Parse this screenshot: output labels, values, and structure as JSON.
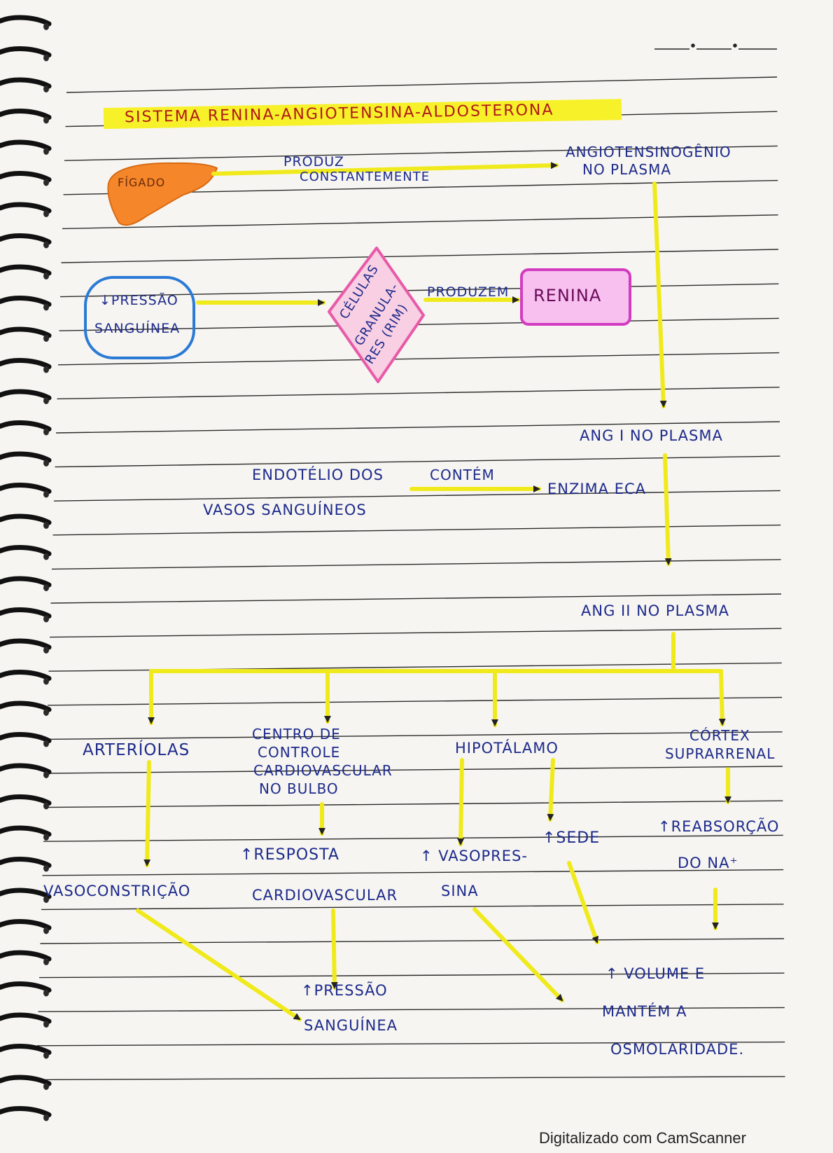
{
  "title": "SISTEMA RENINA-ANGIOTENSINA-ALDOSTERONA",
  "colors": {
    "ink": "#1d2a8c",
    "highlight": "#f7f12a",
    "arrow": "#f0ea1c",
    "liver": "#f5862a",
    "blue_box": "#2a7ad6",
    "pink": "#e85aa8",
    "magenta_box": "#d23cc0"
  },
  "liver": {
    "label": "FÍGADO",
    "icon": "liver-icon"
  },
  "produces_label_1": "PRODUZ",
  "produces_label_2": "CONSTANTEMENTE",
  "angiotensinogen_1": "ANGIOTENSINOGÊNIO",
  "angiotensinogen_2": "NO PLASMA",
  "pressure_box_1": "↓PRESSÃO",
  "pressure_box_2": "SANGUÍNEA",
  "granular_cells_1": "CÉLULAS",
  "granular_cells_2": "GRANULA-",
  "granular_cells_3": "RES (RIM)",
  "produce_label": "PRODUZEM",
  "renin": "RENINA",
  "ang1": "ANG I NO PLASMA",
  "endothelium_1": "ENDOTÉLIO DOS",
  "endothelium_2": "VASOS SANGUÍNEOS",
  "contains_label": "CONTÉM",
  "enzyme": "ENZIMA ECA",
  "ang2": "ANG II NO PLASMA",
  "targets": {
    "arterioles": "ARTERÍOLAS",
    "control_center_1": "CENTRO DE",
    "control_center_2": "CONTROLE",
    "control_center_3": "CARDIOVASCULAR",
    "control_center_4": "NO BULBO",
    "hypothalamus": "HIPOTÁLAMO",
    "cortex_1": "CÓRTEX",
    "cortex_2": "SUPRARRENAL"
  },
  "effects": {
    "vasoconstriction": "VASOCONSTRIÇÃO",
    "response_1": "↑RESPOSTA",
    "response_2": "CARDIOVASCULAR",
    "vasopressin_1": "↑ VASOPRES-",
    "vasopressin_2": "SINA",
    "thirst": "↑SEDE",
    "reabsorption_1": "↑REABSORÇÃO",
    "reabsorption_2": "DO NA⁺",
    "pressure_1": "↑PRESSÃO",
    "pressure_2": "SANGUÍNEA",
    "volume_1": "↑ VOLUME E",
    "volume_2": "MANTÉM A",
    "volume_3": "OSMOLARIDADE."
  },
  "footer": "Digitalizado com CamScanner"
}
